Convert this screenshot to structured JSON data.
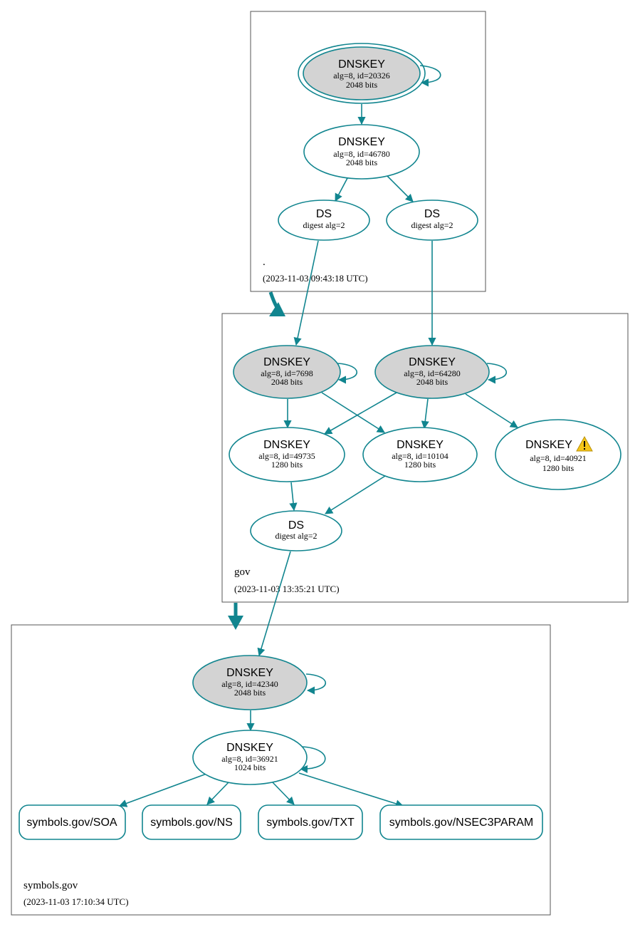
{
  "colors": {
    "edge": "#11858f",
    "node_stroke": "#11858f",
    "sep_fill": "#d3d3d3",
    "zone_border": "#555555",
    "warning": "#f5c518"
  },
  "zones": {
    "root": {
      "name": ".",
      "timestamp": "(2023-11-03 09:43:18 UTC)"
    },
    "gov": {
      "name": "gov",
      "timestamp": "(2023-11-03 13:35:21 UTC)"
    },
    "symbols": {
      "name": "symbols.gov",
      "timestamp": "(2023-11-03 17:10:34 UTC)"
    }
  },
  "nodes": {
    "root_ksk": {
      "type": "DNSKEY",
      "line1": "alg=8, id=20326",
      "line2": "2048 bits"
    },
    "root_zsk": {
      "type": "DNSKEY",
      "line1": "alg=8, id=46780",
      "line2": "2048 bits"
    },
    "root_ds1": {
      "type": "DS",
      "line1": "digest alg=2"
    },
    "root_ds2": {
      "type": "DS",
      "line1": "digest alg=2"
    },
    "gov_ksk1": {
      "type": "DNSKEY",
      "line1": "alg=8, id=7698",
      "line2": "2048 bits"
    },
    "gov_ksk2": {
      "type": "DNSKEY",
      "line1": "alg=8, id=64280",
      "line2": "2048 bits"
    },
    "gov_zsk1": {
      "type": "DNSKEY",
      "line1": "alg=8, id=49735",
      "line2": "1280 bits"
    },
    "gov_zsk2": {
      "type": "DNSKEY",
      "line1": "alg=8, id=10104",
      "line2": "1280 bits"
    },
    "gov_zsk3": {
      "type": "DNSKEY",
      "line1": "alg=8, id=40921",
      "line2": "1280 bits",
      "warning_icon": "warning-triangle-icon"
    },
    "gov_ds": {
      "type": "DS",
      "line1": "digest alg=2"
    },
    "sym_ksk": {
      "type": "DNSKEY",
      "line1": "alg=8, id=42340",
      "line2": "2048 bits"
    },
    "sym_zsk": {
      "type": "DNSKEY",
      "line1": "alg=8, id=36921",
      "line2": "1024 bits"
    }
  },
  "rrsets": {
    "soa": "symbols.gov/SOA",
    "ns": "symbols.gov/NS",
    "txt": "symbols.gov/TXT",
    "nsec3param": "symbols.gov/NSEC3PARAM"
  }
}
